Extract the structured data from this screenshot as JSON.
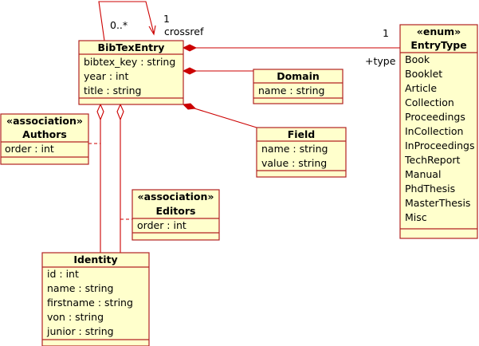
{
  "classes": {
    "bibtexentry": {
      "name": "BibTexEntry",
      "attributes": [
        "bibtex_key : string",
        "year : int",
        "title : string"
      ]
    },
    "domain": {
      "name": "Domain",
      "attributes": [
        "name : string"
      ]
    },
    "field": {
      "name": "Field",
      "attributes": [
        "name : string",
        "value : string"
      ]
    },
    "authors": {
      "stereotype": "«association»",
      "name": "Authors",
      "attributes": [
        "order : int"
      ]
    },
    "editors": {
      "stereotype": "«association»",
      "name": "Editors",
      "attributes": [
        "order : int"
      ]
    },
    "identity": {
      "name": "Identity",
      "attributes": [
        "id : int",
        "name : string",
        "firstname : string",
        "von : string",
        "junior : string"
      ]
    },
    "entrytype": {
      "stereotype": "«enum»",
      "name": "EntryType",
      "literals": [
        "Book",
        "Booklet",
        "Article",
        "Collection",
        "Proceedings",
        "InCollection",
        "InProceedings",
        "TechReport",
        "Manual",
        "PhdThesis",
        "MasterThesis",
        "Misc"
      ]
    }
  },
  "relations": {
    "crossref": {
      "source_multiplicity": "0..*",
      "target_multiplicity": "1",
      "role": "crossref"
    },
    "entrytype": {
      "multiplicity": "1",
      "role": "+type"
    }
  },
  "colors": {
    "line": "#cc0000",
    "border": "#b22222",
    "fill": "#ffffcc"
  }
}
